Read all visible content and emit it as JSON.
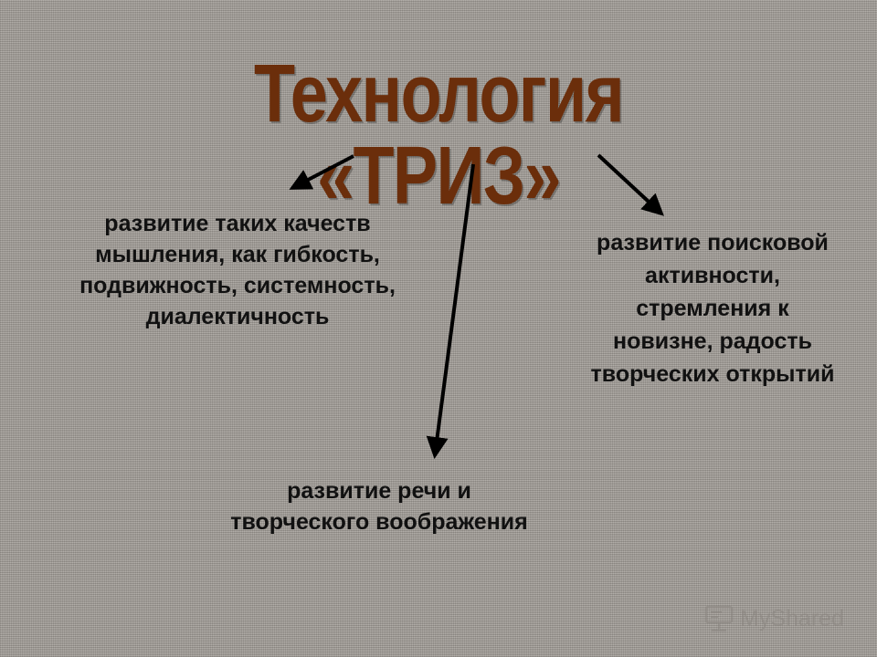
{
  "title": "Технология «ТРИЗ»",
  "branches": {
    "left": "развитие таких качеств мышления, как гибкость, подвижность, системность, диалектичность",
    "center": "развитие речи и творческого воображения",
    "right": "развитие поисковой активности, стремления к новизне, радость творческих открытий"
  },
  "watermark": {
    "text": "MyShared",
    "icon": "classroom-board-icon"
  },
  "colors": {
    "title": "#6b2e0b",
    "text": "#111111",
    "arrow": "#000000"
  }
}
